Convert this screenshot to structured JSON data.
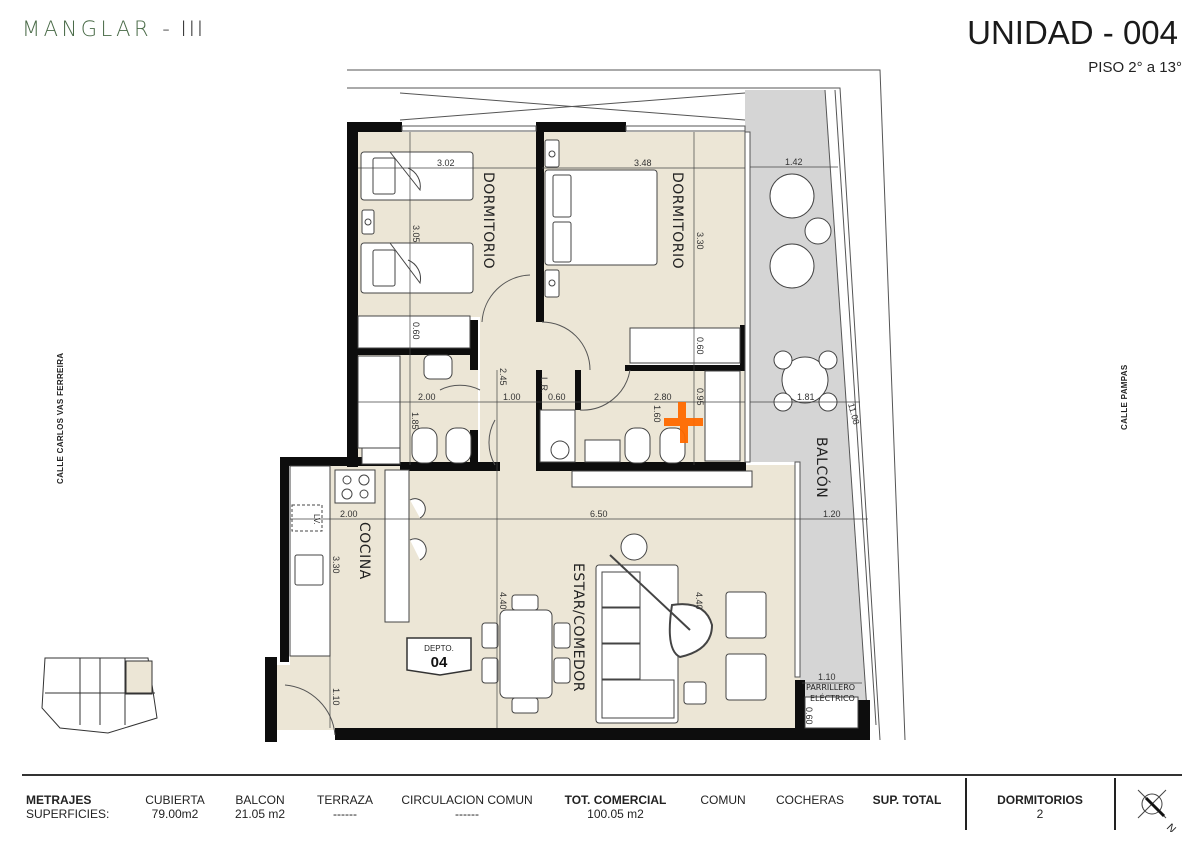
{
  "header": {
    "brand": "MANGLAR",
    "brand_suffix": "- III",
    "unit_title": "UNIDAD - 004",
    "floor_range": "PISO  2° a 13°"
  },
  "streets": {
    "left": "CALLE CARLOS VAS FERREIRA",
    "right": "CALLE PAMPAS"
  },
  "colors": {
    "brand_green": "#4a6b48",
    "interior_floor": "#ece6d6",
    "balcony_floor": "#d5d5d5",
    "wall": "#0d0d0d",
    "watermark_accent": "#ff6a00"
  },
  "rooms": {
    "bedroom_1": "DORMITORIO",
    "bedroom_2": "DORMITORIO",
    "kitchen": "COCINA",
    "living_dining": "ESTAR/COMEDOR",
    "balcony": "BALCÓN",
    "grill": "PARRILLERO",
    "grill_2": "ELÉCTRICO",
    "laundry": "L.R.",
    "kitchen_appliance": "LV.",
    "unit_badge_label": "DEPTO.",
    "unit_badge_number": "04"
  },
  "dimensions": {
    "bed1_width": "3.02",
    "bed1_depth": "3.05",
    "bed2_width": "3.48",
    "bed2_depth": "3.30",
    "closet1": "0.60",
    "closet2": "0.60",
    "balcony_top_width": "1.42",
    "balcony_table": "1.81",
    "balcony_length": "11.08",
    "balcony_mid_width": "1.20",
    "grill_width": "1.10",
    "grill_depth": "0.60",
    "bath1_width": "2.00",
    "bath1_depth": "1.85",
    "hall_height": "2.45",
    "hall_width": "1.00",
    "laundry_width": "0.60",
    "bath2_width": "2.80",
    "bath2_depth": "1.60",
    "bath2_side": "0.95",
    "kitchen_width": "2.00",
    "kitchen_depth": "3.30",
    "living_width": "6.50",
    "living_depth_left": "4.40",
    "living_depth_right": "4.40",
    "entry_depth": "1.10"
  },
  "footer": {
    "metrajes_label_1": "METRAJES",
    "metrajes_label_2": "SUPERFICIES:",
    "columns": [
      {
        "label": "CUBIERTA",
        "value": "79.00m2"
      },
      {
        "label": "BALCON",
        "value": "21.05 m2"
      },
      {
        "label": "TERRAZA",
        "value": "------"
      },
      {
        "label": "CIRCULACION  COMUN",
        "value": "------"
      },
      {
        "label": "TOT. COMERCIAL",
        "value": "100.05 m2"
      },
      {
        "label": "COMUN",
        "value": ""
      },
      {
        "label": "COCHERAS",
        "value": ""
      },
      {
        "label": "SUP. TOTAL",
        "value": ""
      }
    ],
    "bedrooms_label": "DORMITORIOS",
    "bedrooms_value": "2",
    "compass_label": "N"
  }
}
